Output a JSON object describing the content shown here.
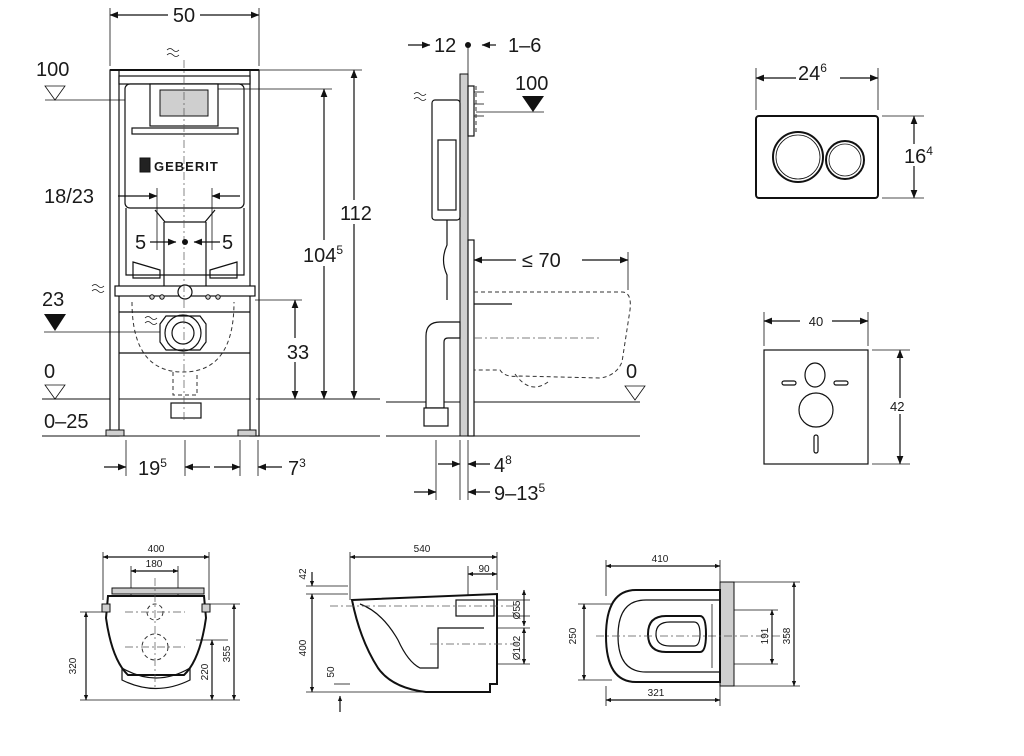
{
  "brand": "GEBERIT",
  "front_view": {
    "width": "50",
    "total_height": "112",
    "height_inner": "104",
    "height_inner_sup": "5",
    "level_top": "100",
    "center_spacing": "18/23",
    "offset_left": "5",
    "offset_right": "5",
    "level_connection": "23",
    "height_connection": "33",
    "level_floor": "0",
    "floor_range": "0–25",
    "foot_width": "19",
    "foot_width_sup": "5",
    "foot_offset": "7",
    "foot_offset_sup": "3"
  },
  "side_view": {
    "top_depth": "12",
    "top_adjust": "1–6",
    "level_top": "100",
    "bowl_length": "≤ 70",
    "level_floor": "0",
    "wall_depth": "4",
    "wall_depth_sup": "8",
    "install_depth": "9–13",
    "install_depth_sup": "5"
  },
  "flush_plate": {
    "width": "24",
    "width_sup": "6",
    "height": "16",
    "height_sup": "4"
  },
  "sound_pad": {
    "width": "40",
    "height": "42"
  },
  "bowl_front": {
    "width": "400",
    "bolt_spacing": "180",
    "height_left": "320",
    "height_inner": "220",
    "height_right": "355"
  },
  "bowl_side": {
    "length": "540",
    "top": "42",
    "offset": "90",
    "d55": "Ø55",
    "height": "400",
    "d102": "Ø102",
    "bottom": "50"
  },
  "bowl_top": {
    "length": "410",
    "width": "250",
    "inner": "191",
    "outer": "358",
    "depth": "321"
  }
}
